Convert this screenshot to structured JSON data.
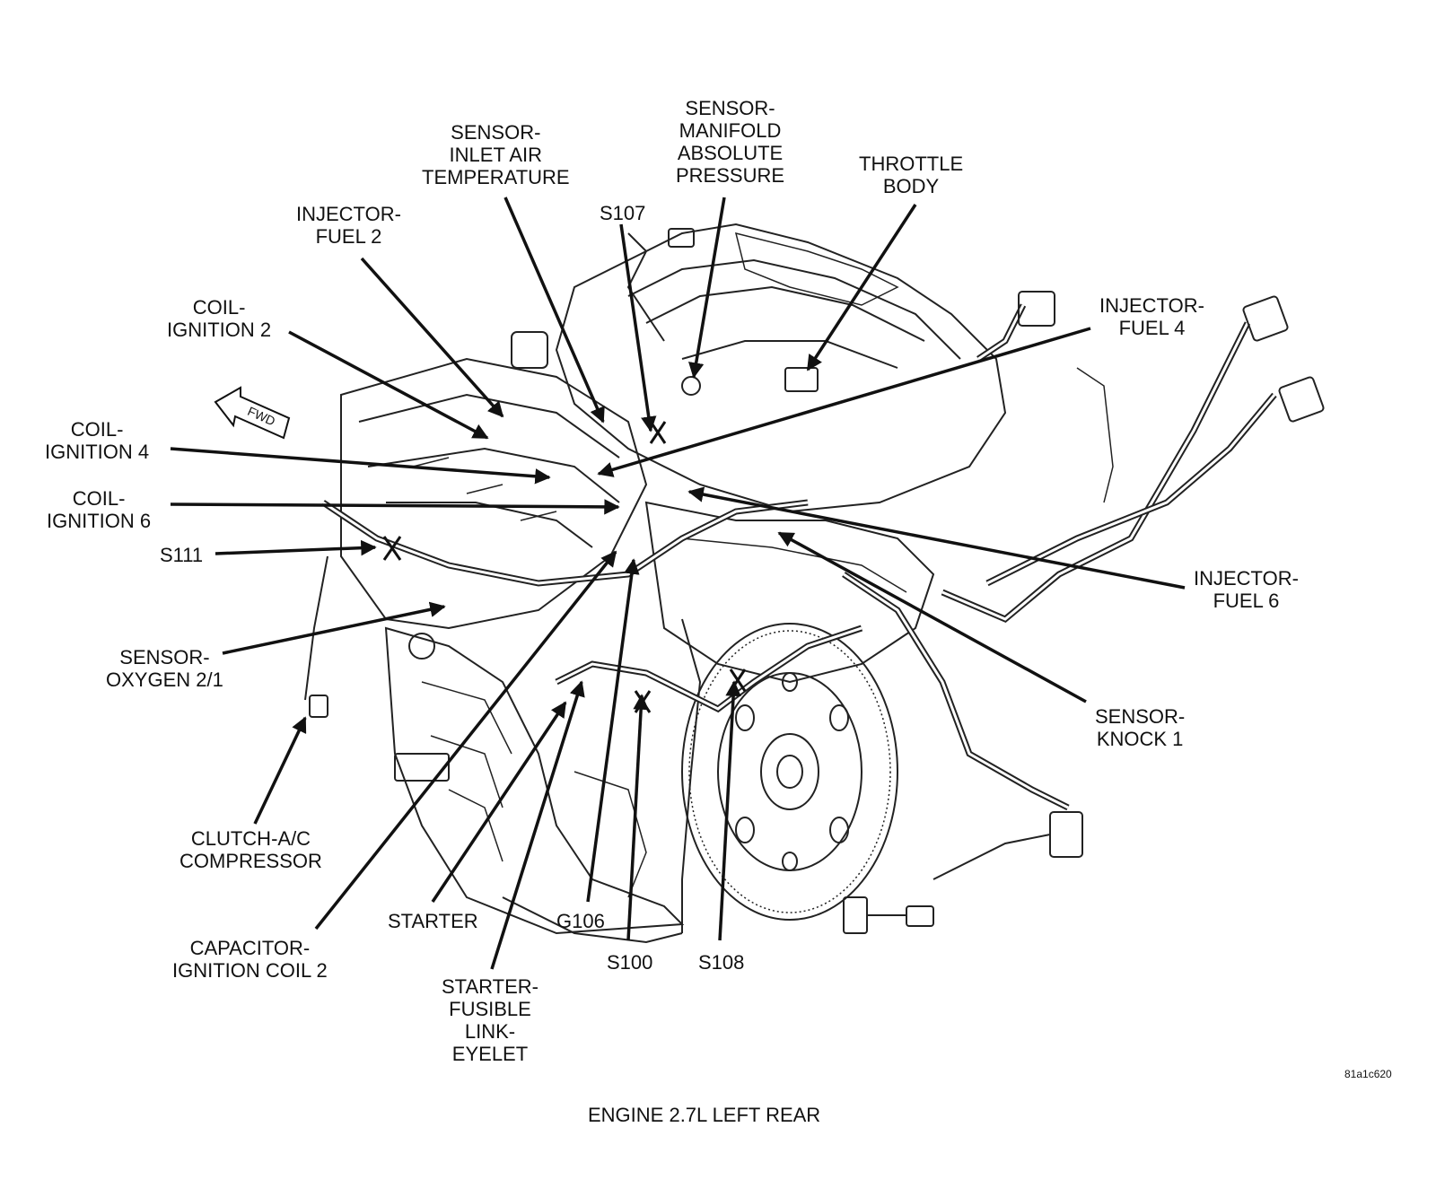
{
  "labels": {
    "sensor_iat": [
      "SENSOR-",
      "INLET AIR",
      "TEMPERATURE"
    ],
    "sensor_map": [
      "SENSOR-",
      "MANIFOLD",
      "ABSOLUTE",
      "PRESSURE"
    ],
    "throttle_body": [
      "THROTTLE",
      "BODY"
    ],
    "s107": [
      "S107"
    ],
    "injector_fuel_2": [
      "INJECTOR-",
      "FUEL 2"
    ],
    "coil_ignition_2": [
      "COIL-",
      "IGNITION 2"
    ],
    "injector_fuel_4": [
      "INJECTOR-",
      "FUEL 4"
    ],
    "coil_ignition_4": [
      "COIL-",
      "IGNITION 4"
    ],
    "coil_ignition_6": [
      "COIL-",
      "IGNITION 6"
    ],
    "s111": [
      "S111"
    ],
    "injector_fuel_6": [
      "INJECTOR-",
      "FUEL 6"
    ],
    "sensor_oxygen": [
      "SENSOR-",
      "OXYGEN 2/1"
    ],
    "sensor_knock": [
      "SENSOR-",
      "KNOCK 1"
    ],
    "clutch_ac": [
      "CLUTCH-A/C",
      "COMPRESSOR"
    ],
    "capacitor": [
      "CAPACITOR-",
      "IGNITION COIL 2"
    ],
    "starter": [
      "STARTER"
    ],
    "starter_link": [
      "STARTER-",
      "FUSIBLE",
      "LINK-",
      "EYELET"
    ],
    "g106": [
      "G106"
    ],
    "s100": [
      "S100"
    ],
    "s108": [
      "S108"
    ]
  },
  "fwd_marker": "FWD",
  "image_code": "81a1c620",
  "caption": "ENGINE 2.7L LEFT REAR",
  "colors": {
    "ink": "#111111",
    "background": "#ffffff"
  }
}
